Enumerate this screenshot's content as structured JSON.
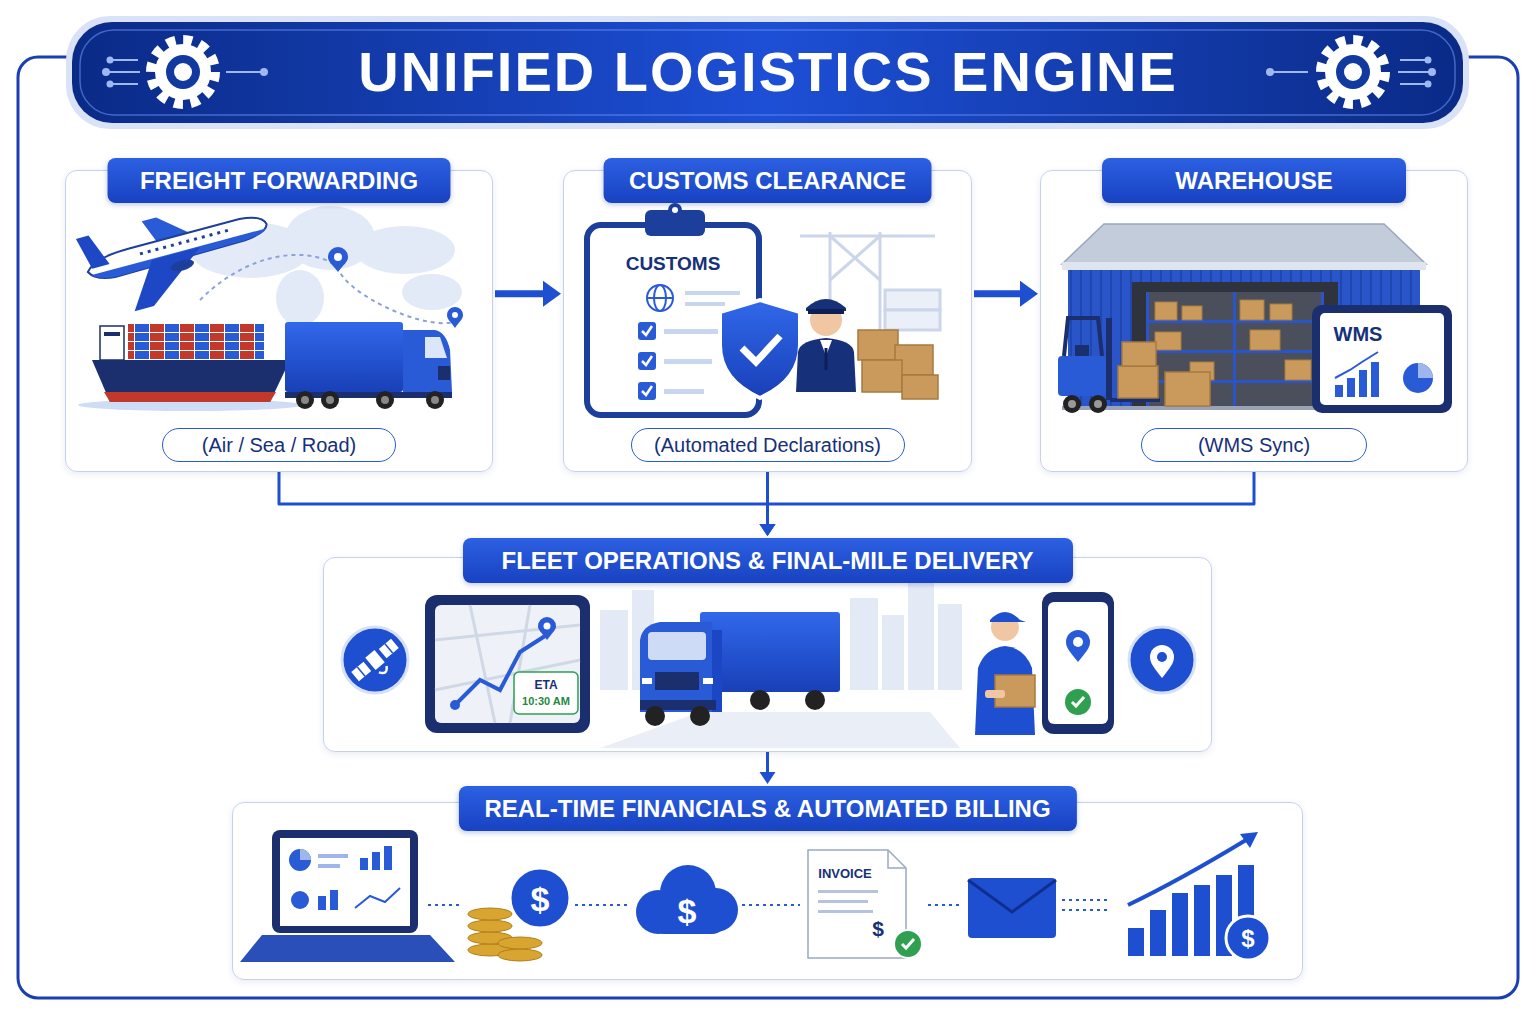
{
  "diagram": {
    "title": "UNIFIED LOGISTICS ENGINE",
    "nodes": [
      {
        "text": [
          "FREIGHT FORWARDING",
          "(Air / Sea / Road)"
        ]
      },
      {
        "text": [
          "CUSTOMS CLEARANCE",
          "(Automated Declarations)"
        ]
      },
      {
        "text": [
          "WAREHOUSE",
          "(WMS Sync)"
        ]
      },
      {
        "text": [
          "FLEET OPERATIONS & FINAL-MILE DELIVERY"
        ]
      },
      {
        "text": [
          "REAL-TIME FINANCIALS & AUTOMATED BILLING"
        ]
      }
    ],
    "edges": [
      {
        "from": 0,
        "to": 1,
        "arrow": "to"
      },
      {
        "from": 1,
        "to": 2,
        "arrow": "to"
      },
      {
        "from": 0,
        "to": 3,
        "arrow": "to"
      },
      {
        "from": 1,
        "to": 3,
        "arrow": "to"
      },
      {
        "from": 2,
        "to": 3,
        "arrow": "to"
      },
      {
        "from": 3,
        "to": 4,
        "arrow": "to"
      }
    ],
    "labels": [
      "CUSTOMS",
      "WMS",
      "ETA",
      "10:30 AM",
      "$",
      "$",
      "INVOICE",
      "$",
      "$"
    ]
  }
}
